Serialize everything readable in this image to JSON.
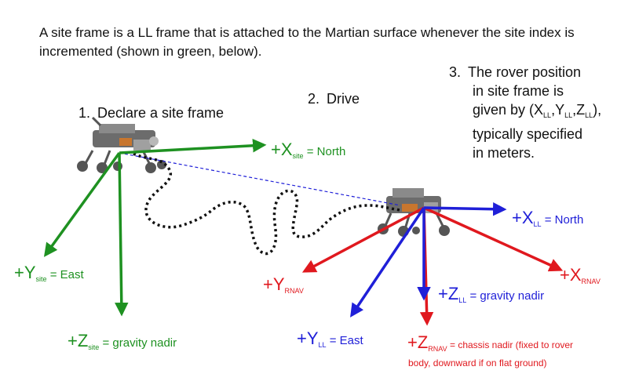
{
  "intro": "A site frame is a LL frame that is attached to the Martian surface whenever the site index is incremented (shown in green, below).",
  "steps": [
    {
      "num": "1.",
      "text": "Declare a site frame"
    },
    {
      "num": "2.",
      "text": "Drive"
    },
    {
      "num": "3.",
      "line1": "The rover position",
      "line2": "in site frame is",
      "line3_pre": "given by (X",
      "sub_x": "LL",
      "comma1": ",Y",
      "sub_y": "LL",
      "comma2": ",Z",
      "sub_z": "LL",
      "line3_post": "),",
      "line4": "typically specified",
      "line5": "in meters."
    }
  ],
  "site_frame": {
    "x_main": "+X",
    "x_sub": "site",
    "x_rest": " = North",
    "y_main": "+Y",
    "y_sub": "site",
    "y_rest": " = East",
    "z_main": "+Z",
    "z_sub": "site",
    "z_rest": " = gravity nadir"
  },
  "ll_frame": {
    "x_main": "+X",
    "x_sub": "LL",
    "x_rest": " = North",
    "y_main": "+Y",
    "y_sub": "LL",
    "y_rest": " = East",
    "z_main": "+Z",
    "z_sub": "LL",
    "z_rest": " = gravity nadir"
  },
  "rnav_frame": {
    "x_main": "+X",
    "x_sub": "RNAV",
    "y_main": "+Y",
    "y_sub": "RNAV",
    "z_main": "+Z",
    "z_sub": "RNAV",
    "z_rest": " = chassis nadir (fixed to rover",
    "z_rest2": "body, downward if on flat ground)"
  },
  "colors": {
    "site": "#1e9121",
    "ll": "#1f1fd8",
    "rnav": "#e0181e",
    "path": "#111111"
  }
}
